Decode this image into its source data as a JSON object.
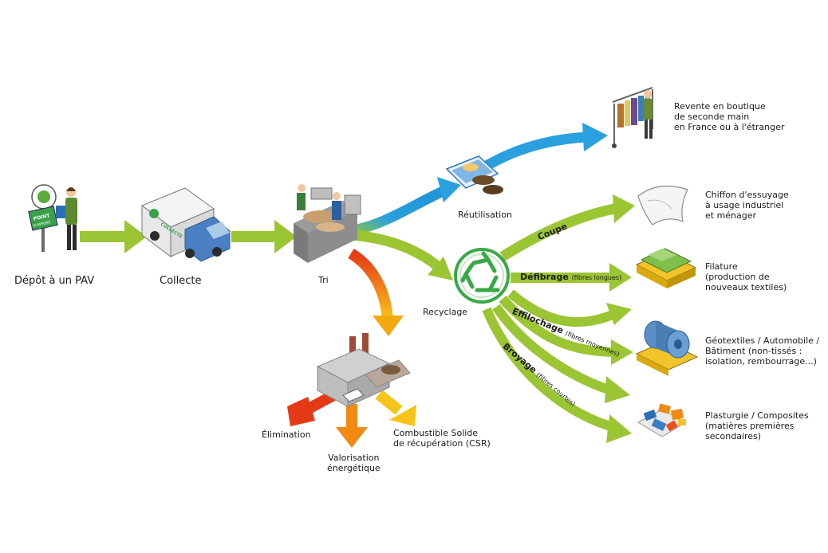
{
  "colors": {
    "flow_green": "#9cc534",
    "reuse_blue": "#2aa0de",
    "energy_red": "#e63a17",
    "energy_orange": "#f08a12",
    "energy_yellow": "#f7c41a",
    "recycle_green": "#39a845"
  },
  "stages": {
    "depot": "Dépôt à un PAV",
    "collecte": "Collecte",
    "tri": "Tri",
    "reutilisation": "Réutilisation",
    "recyclage": "Recyclage"
  },
  "depot_sign": {
    "line1": "POINT",
    "line2": "D'APPORT"
  },
  "truck_text": "COLLECTE",
  "reuse_outcome": {
    "line1": "Revente en boutique",
    "line2": "de seconde main",
    "line3": "en France ou à l'étranger"
  },
  "energy": {
    "elimination": "Élimination",
    "valorisation_line1": "Valorisation",
    "valorisation_line2": "énergétique",
    "csr_line1": "Combustible Solide",
    "csr_line2": "de récupération (CSR)"
  },
  "processes": {
    "coupe": "Coupe",
    "defibrage": "Défibrage",
    "defibrage_note": "(fibres longues)",
    "effilochage": "Effilochage",
    "effilochage_note": "(fibres moyennes)",
    "broyage": "Broyage",
    "broyage_note": "(fibres courtes)"
  },
  "outcomes": {
    "chiffon": {
      "line1": "Chiffon d'essuyage",
      "line2": "à usage industriel",
      "line3": "et ménager"
    },
    "filature": {
      "line1": "Filature",
      "line2": "(production de",
      "line3": "nouveaux textiles)"
    },
    "geotextiles": {
      "line1": "Géotextiles / Automobile /",
      "line2": "Bâtiment (non-tissés :",
      "line3": "isolation, rembourrage...)"
    },
    "plasturgie": {
      "line1": "Plasturgie / Composites",
      "line2": "(matières premières",
      "line3": "secondaires)"
    }
  },
  "icons": [
    "collection-point-icon",
    "delivery-truck-icon",
    "sorting-station-icon",
    "recycle-icon",
    "folded-clothes-icon",
    "clothes-rack-icon",
    "incinerator-plant-icon",
    "rag-icon",
    "fabric-stack-icon",
    "insulation-roll-icon",
    "composite-pieces-icon"
  ]
}
